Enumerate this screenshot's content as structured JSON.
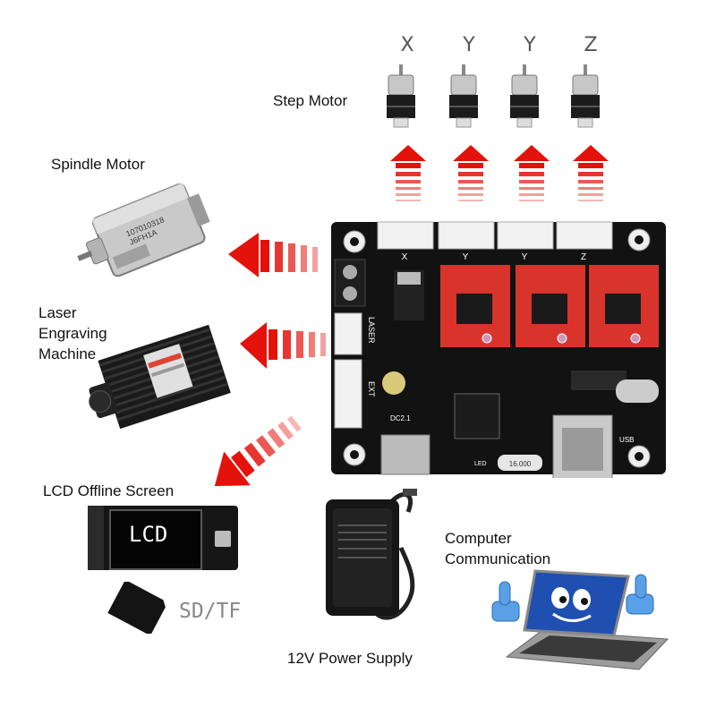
{
  "motor_axes": [
    "X",
    "Y",
    "Y",
    "Z"
  ],
  "labels": {
    "step_motor": "Step Motor",
    "spindle_motor": "Spindle Motor",
    "laser_line1": "Laser",
    "laser_line2": "Engraving",
    "laser_line3": "Machine",
    "lcd_screen": "LCD Offline Screen",
    "lcd_text": "LCD",
    "sd_tf": "SD/TF",
    "computer_line1": "Computer",
    "computer_line2": "Communication",
    "power_supply": "12V Power Supply"
  },
  "board": {
    "port_labels": [
      "X",
      "Y",
      "Y",
      "Z"
    ],
    "laser": "LASER",
    "ext": "EXT",
    "usb": "USB",
    "crystal": "16.000",
    "led": "LED",
    "dc": "DC2.1"
  },
  "colors": {
    "arrow_red": "#e3120b",
    "board_black": "#121212",
    "driver_red": "#d8342b"
  }
}
